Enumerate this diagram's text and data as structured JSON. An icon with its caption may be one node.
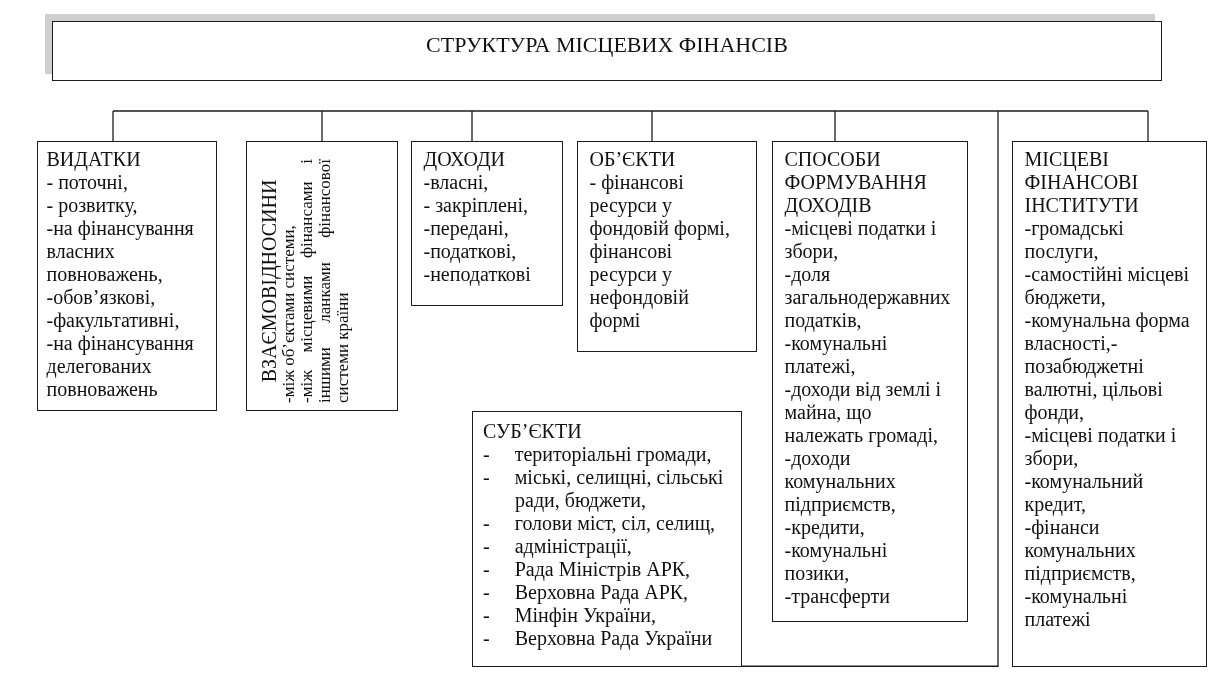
{
  "diagram": {
    "nodes": [
      {
        "text": [
          "СТРУКТУРА МІСЦЕВИХ ФІНАНСІВ"
        ]
      },
      {
        "text": [
          "ВИДАТКИ",
          "- поточні,",
          "- розвитку,",
          "-на фінансування власних повноважень,",
          "-обов’язкові,",
          "-факультативні,",
          "-на фінансування делегованих повноважень"
        ]
      },
      {
        "text": [
          "ВЗАЄМОВІДНОСИНИ",
          "-між об’єктами системи,",
          "-між місцевими фінансами і іншими ланками фінансової системи країни"
        ]
      },
      {
        "text": [
          "ДОХОДИ",
          "-власні,",
          "- закріплені,",
          "-передані,",
          "-податкові,",
          "-неподаткові"
        ]
      },
      {
        "text": [
          "ОБ’ЄКТИ",
          "- фінансові ресурси у фондовій формі, фінансові ресурси у нефондовій формі"
        ]
      },
      {
        "text": [
          "СПОСОБИ ФОРМУВАННЯ ДОХОДІВ",
          "-місцеві податки і збори,",
          "-доля загальнодержавних податків,",
          "-комунальні платежі,",
          "-доходи від землі і майна, що належать громаді,",
          "-доходи комунальних підприємств,",
          "-кредити,",
          "-комунальні позики,",
          "-трансферти"
        ]
      },
      {
        "text": [
          "МІСЦЕВІ ФІНАНСОВІ ІНСТИТУТИ",
          "-громадські послуги,",
          "-самостійні місцеві бюджети,",
          "-комунальна форма власності,- позабюджетні валютні, цільові фонди,",
          "-місцеві податки і збори,",
          "-комунальний кредит,",
          "-фінанси комунальних підприємств,",
          "-комунальні платежі"
        ]
      },
      {
        "text": [
          "СУБ’ЄКТИ",
          "- територіальні громади,",
          "- міські, селищні, сільські ради, бюджети,",
          "- голови міст, сіл, селищ,",
          "- адміністрації,",
          "- Рада Міністрів АРК,",
          "- Верховна Рада АРК,",
          "- Мінфін України,",
          "- Верховна Рада України"
        ]
      }
    ],
    "edges": [
      {
        "from": null,
        "to": 1,
        "arrow": "none"
      },
      {
        "from": null,
        "to": 2,
        "arrow": "none"
      },
      {
        "from": null,
        "to": 3,
        "arrow": "none"
      },
      {
        "from": null,
        "to": 4,
        "arrow": "none"
      },
      {
        "from": null,
        "to": 5,
        "arrow": "none"
      },
      {
        "from": null,
        "to": 6,
        "arrow": "none"
      },
      {
        "from": null,
        "to": 7,
        "arrow": "none"
      }
    ]
  }
}
